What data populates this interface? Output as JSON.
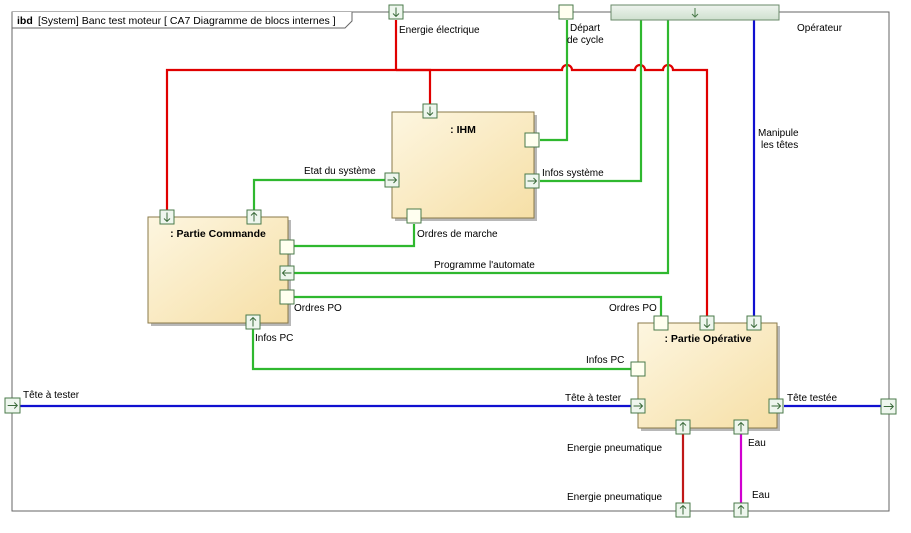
{
  "frame": {
    "keyword": "ibd",
    "title": "[System] Banc test moteur [ CA7 Diagramme de blocs internes ]"
  },
  "blocks": {
    "ihm": ": IHM",
    "commande": ": Partie Commande",
    "operative": ": Partie Opérative"
  },
  "labels": {
    "energie_electrique": "Energie électrique",
    "depart_cycle_1": "Départ",
    "depart_cycle_2": "de cycle",
    "operateur": "Opérateur",
    "manipule_1": "Manipule",
    "manipule_2": "les têtes",
    "etat_systeme": "Etat du système",
    "infos_systeme": "Infos système",
    "ordres_marche": "Ordres de marche",
    "programme_automate": "Programme l'automate",
    "ordres_po_left": "Ordres PO",
    "ordres_po_right": "Ordres PO",
    "infos_pc_left": "Infos PC",
    "infos_pc_right": "Infos PC",
    "tete_a_tester_left": "Tête à tester",
    "tete_a_tester_right": "Tête à tester",
    "tete_testee": "Tête testée",
    "energie_pneumatique_top": "Energie pneumatique",
    "energie_pneumatique_bottom": "Energie pneumatique",
    "eau_top": "Eau",
    "eau_bottom": "Eau"
  },
  "colors": {
    "electric": "#e00000",
    "info": "#2fb82f",
    "mechanical": "#1010d0",
    "water": "#d000d0",
    "block_fill_top": "#fdf3d8",
    "block_fill_bottom": "#f7e0a8",
    "port_fill": "#fffff0",
    "port_stroke": "#4a7a4a",
    "frame": "#555555"
  }
}
